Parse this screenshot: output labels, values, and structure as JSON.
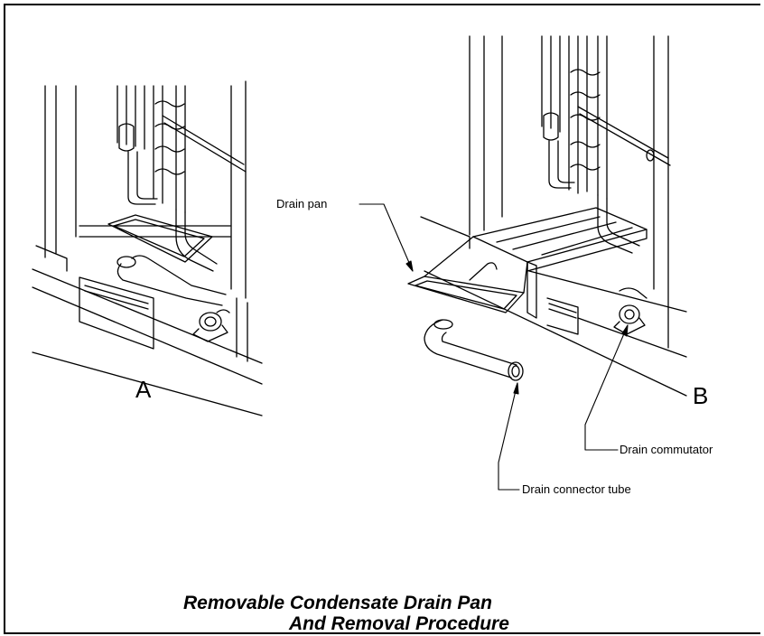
{
  "callouts": {
    "drain_pan": "Drain pan",
    "drain_commutator": "Drain commutator",
    "drain_connector_tube": "Drain connector tube"
  },
  "view_labels": {
    "a": "A",
    "b": "B"
  },
  "caption": {
    "line1": "Removable Condensate Drain Pan",
    "line2": "And Removal Procedure"
  }
}
